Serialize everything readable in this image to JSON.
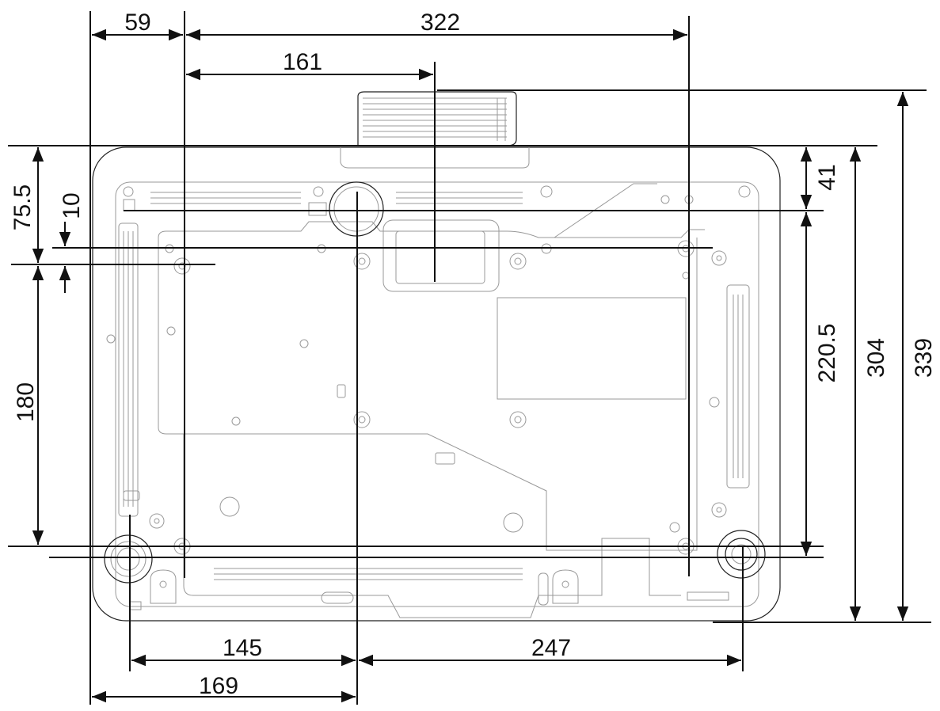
{
  "drawing": {
    "line_color": "#111111",
    "detail_color": "#999999",
    "dimensions": {
      "top_left_width": "59",
      "top_total_width": "322",
      "lens_center_width": "161",
      "left_height_upper": "75.5",
      "left_small_offset": "10",
      "left_height_lower": "180",
      "right_height_top": "41",
      "right_height_middle": "220.5",
      "right_height_body": "304",
      "right_height_total": "339",
      "bottom_left_width": "145",
      "bottom_right_width": "247",
      "bottom_total_width": "169"
    }
  }
}
